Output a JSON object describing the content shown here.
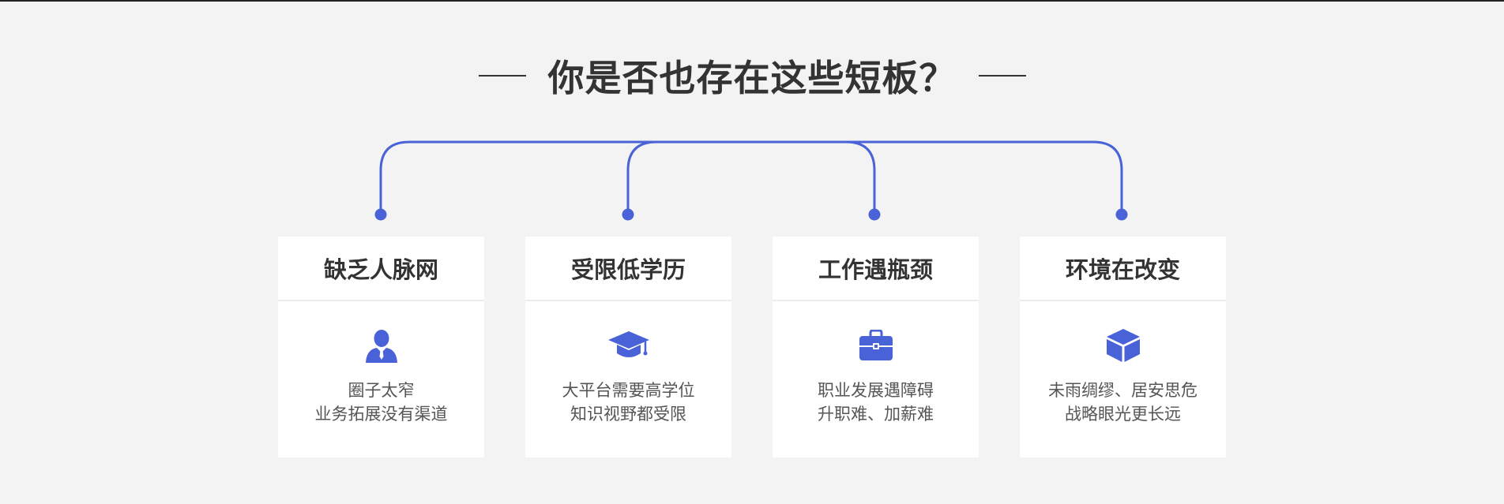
{
  "heading": {
    "title": "你是否也存在这些短板？"
  },
  "accent_color": "#4a62d8",
  "cards": [
    {
      "title": "缺乏人脉网",
      "icon": "person-icon",
      "line1": "圈子太窄",
      "line2": "业务拓展没有渠道"
    },
    {
      "title": "受限低学历",
      "icon": "graduation-cap-icon",
      "line1": "大平台需要高学位",
      "line2": "知识视野都受限"
    },
    {
      "title": "工作遇瓶颈",
      "icon": "briefcase-icon",
      "line1": "职业发展遇障碍",
      "line2": "升职难、加薪难"
    },
    {
      "title": "环境在改变",
      "icon": "cube-icon",
      "line1": "未雨绸缪、居安思危",
      "line2": "战略眼光更长远"
    }
  ]
}
